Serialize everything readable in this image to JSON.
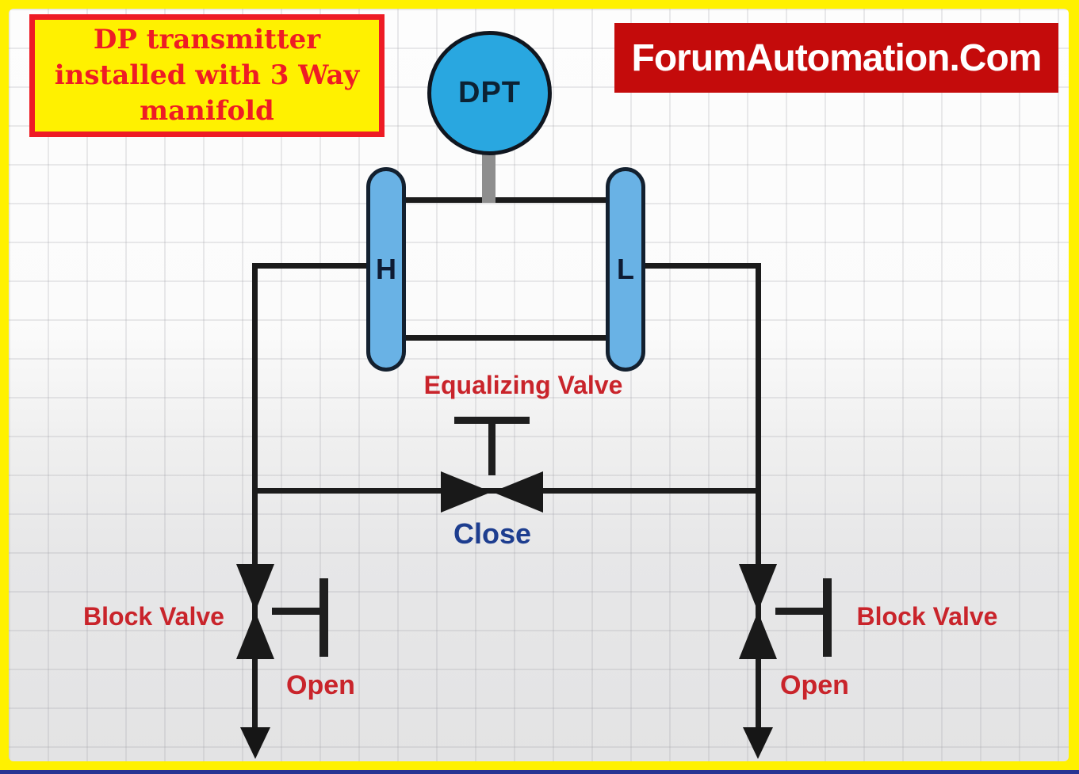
{
  "title_box": {
    "lines": [
      "DP transmitter",
      "installed with 3 Way",
      "manifold"
    ]
  },
  "banner": {
    "text": "ForumAutomation.Com"
  },
  "diagram": {
    "transmitter_label": "DPT",
    "high_port_label": "H",
    "low_port_label": "L",
    "equalizing_valve": {
      "label": "Equalizing Valve",
      "state": "Close"
    },
    "left_block_valve": {
      "label": "Block Valve",
      "state": "Open"
    },
    "right_block_valve": {
      "label": "Block Valve",
      "state": "Open"
    }
  },
  "colors": {
    "frame_yellow": "#FFF100",
    "bottom_strip_navy": "#283593",
    "callout_border_red": "#EE1C25",
    "callout_text_red": "#EE1C25",
    "banner_red": "#C40B0B",
    "banner_text": "#FFFFFF",
    "transmitter_blue": "#29A7E0",
    "port_capsule_blue": "#69B2E5",
    "pipe_black": "#1B1B1B",
    "stem_gray": "#8E8E8E",
    "valve_label_red": "#C9242B",
    "close_label_navy": "#1D3D8F"
  }
}
